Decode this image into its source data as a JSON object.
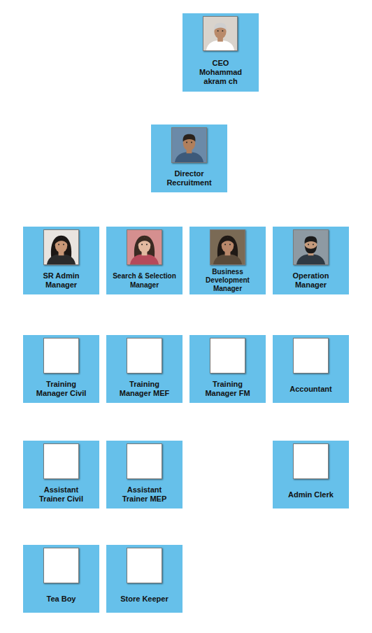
{
  "diagram": {
    "nodes": [
      {
        "text": [
          "CEO Mohammad akram ch"
        ]
      },
      {
        "text": [
          "Director Recruitment"
        ]
      },
      {
        "text": [
          "SR Admin Manager"
        ]
      },
      {
        "text": [
          "Search & Selection Manager"
        ]
      },
      {
        "text": [
          "Business Development Manager"
        ]
      },
      {
        "text": [
          "Operation Manager"
        ]
      },
      {
        "text": [
          "Training Manager Civil"
        ]
      },
      {
        "text": [
          "Training Manager MEF"
        ]
      },
      {
        "text": [
          "Training Manager FM"
        ]
      },
      {
        "text": [
          "Accountant"
        ]
      },
      {
        "text": [
          "Assistant Trainer Civil"
        ]
      },
      {
        "text": [
          "Assistant Trainer MEP"
        ]
      },
      {
        "text": [
          "Admin Clerk"
        ]
      },
      {
        "text": [
          "Tea Boy"
        ]
      },
      {
        "text": [
          "Store Keeper"
        ]
      }
    ]
  }
}
